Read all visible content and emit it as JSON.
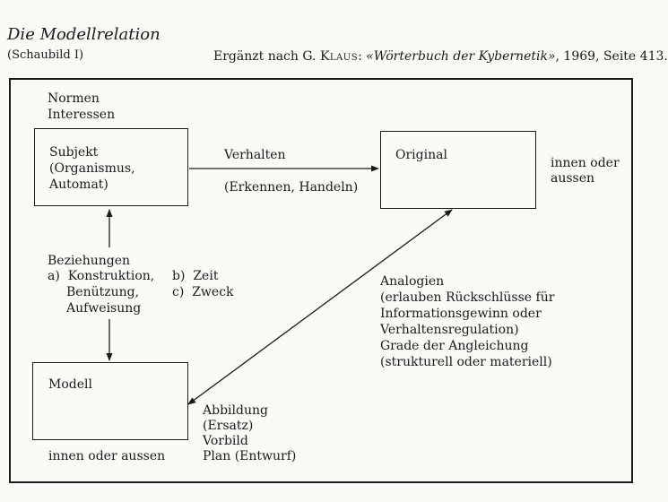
{
  "header": {
    "title": "Die Modellrelation",
    "subtitle": "(Schaubild I)",
    "source_prefix": "Ergänzt nach G. ",
    "source_author": "Klaus",
    "source_colon": ": ",
    "source_work": "«Wörterbuch der Kybernetik»",
    "source_suffix": ", 1969, Seite 413."
  },
  "diagram": {
    "norms": {
      "line1": "Normen",
      "line2": "Interessen"
    },
    "subject": {
      "line1": "Subjekt",
      "line2": "(Organismus,",
      "line3": "Automat)"
    },
    "original": {
      "label": "Original",
      "location_line1": "innen oder",
      "location_line2": "aussen"
    },
    "model": {
      "label": "Modell",
      "location": "innen oder aussen"
    },
    "behavior": {
      "label": "Verhalten",
      "detail": "(Erkennen, Handeln)"
    },
    "relations": {
      "heading": "Beziehungen",
      "item_a_line1": "a)  Konstruktion,",
      "item_a_line2": "Benützung,",
      "item_a_line3": "Aufweisung",
      "item_b": "b)  Zeit",
      "item_c": "c)  Zweck"
    },
    "analogies": {
      "line1": "Analogien",
      "line2": "(erlauben Rückschlüsse für",
      "line3": "Informationsgewinn oder",
      "line4": "Verhaltensregulation)",
      "line5": "Grade der Angleichung",
      "line6": "(strukturell oder materiell)"
    },
    "mapping": {
      "line1": "Abbildung",
      "line2": "(Ersatz)",
      "line3": "Vorbild",
      "line4": "Plan (Entwurf)"
    }
  }
}
